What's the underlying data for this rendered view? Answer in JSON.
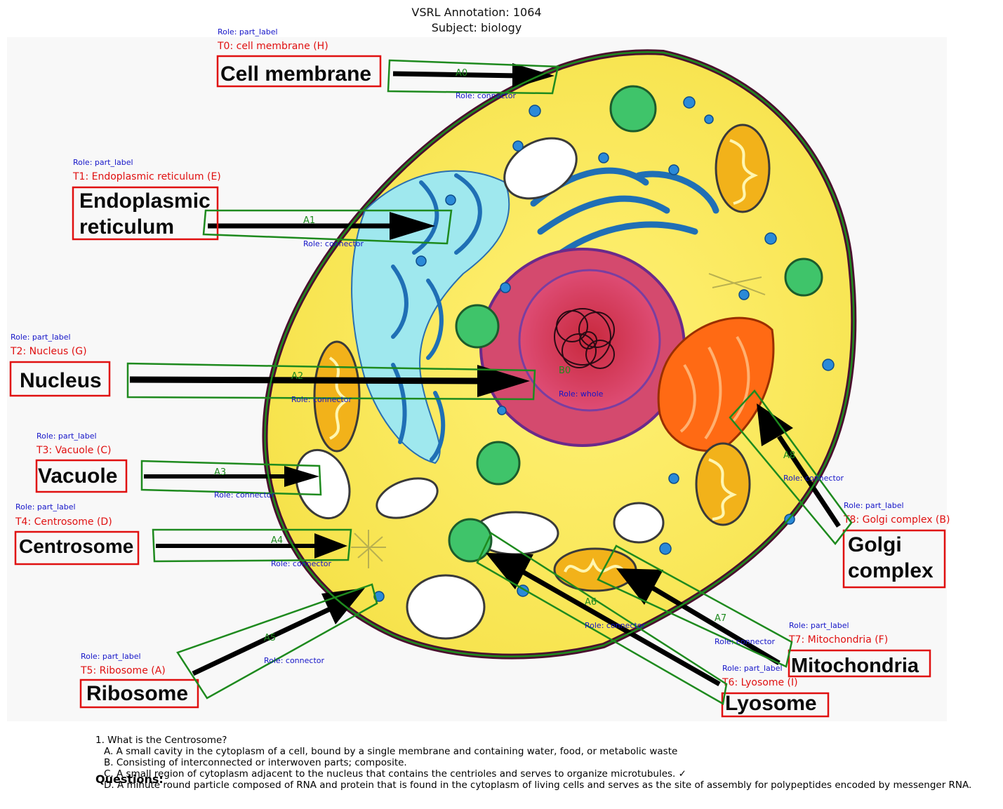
{
  "header": {
    "annotation": "VSRL Annotation: 1064",
    "subject": "Subject: biology"
  },
  "roles": {
    "part_label": "Role: part_label",
    "connector": "Role: connector",
    "whole": "Role: whole"
  },
  "labels": [
    {
      "id": "T0",
      "tag": "T0: cell membrane (H)",
      "lines": [
        "Cell membrane"
      ]
    },
    {
      "id": "T1",
      "tag": "T1: Endoplasmic reticulum (E)",
      "lines": [
        "Endoplasmic",
        "reticulum"
      ]
    },
    {
      "id": "T2",
      "tag": "T2: Nucleus (G)",
      "lines": [
        "Nucleus"
      ]
    },
    {
      "id": "T3",
      "tag": "T3: Vacuole (C)",
      "lines": [
        "Vacuole"
      ]
    },
    {
      "id": "T4",
      "tag": "T4: Centrosome (D)",
      "lines": [
        "Centrosome"
      ]
    },
    {
      "id": "T5",
      "tag": "T5: Ribosome (A)",
      "lines": [
        "Ribosome"
      ]
    },
    {
      "id": "T6",
      "tag": "T6: Lyosome (I)",
      "lines": [
        "Lyosome"
      ]
    },
    {
      "id": "T7",
      "tag": "T7: Mitochondria (F)",
      "lines": [
        "Mitochondria"
      ]
    },
    {
      "id": "T8",
      "tag": "T8: Golgi complex (B)",
      "lines": [
        "Golgi",
        "complex"
      ]
    }
  ],
  "connectors": [
    "A0",
    "A1",
    "A2",
    "A3",
    "A4",
    "A5",
    "A6",
    "A7",
    "A8"
  ],
  "whole": "B0",
  "questions": {
    "heading": "Questions:",
    "items": [
      {
        "question": "1. What is the Centrosome?",
        "options": [
          "A. A small cavity in the cytoplasm of a cell, bound by a single membrane and containing water, food, or metabolic waste",
          "B. Consisting of interconnected or interwoven parts; composite.",
          "C. A small region of cytoplasm adjacent to the nucleus that contains the centrioles and serves to organize microtubules. ✓",
          "D. A minute round particle composed of RNA and protein that is found in the cytoplasm of living cells and serves as the site of assembly for polypeptides encoded by messenger RNA."
        ]
      }
    ]
  }
}
